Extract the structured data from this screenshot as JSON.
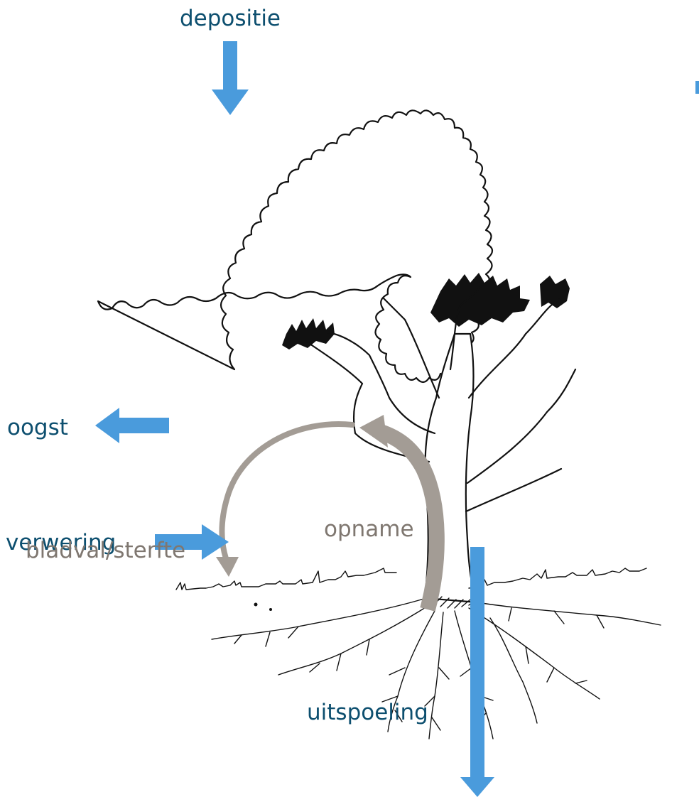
{
  "colors": {
    "flow_arrow": "#4a9bdc",
    "flow_label": "#0d4f6f",
    "cycle_arrow": "#a39c95",
    "cycle_label": "#7f7770",
    "tree_ink": "#111111"
  },
  "labels": {
    "depositie": "depositie",
    "oogst": "oogst",
    "verwering": "verwering",
    "uitspoeling": "uitspoeling",
    "opname": "opname",
    "bladval": "bladval/sterfte"
  }
}
